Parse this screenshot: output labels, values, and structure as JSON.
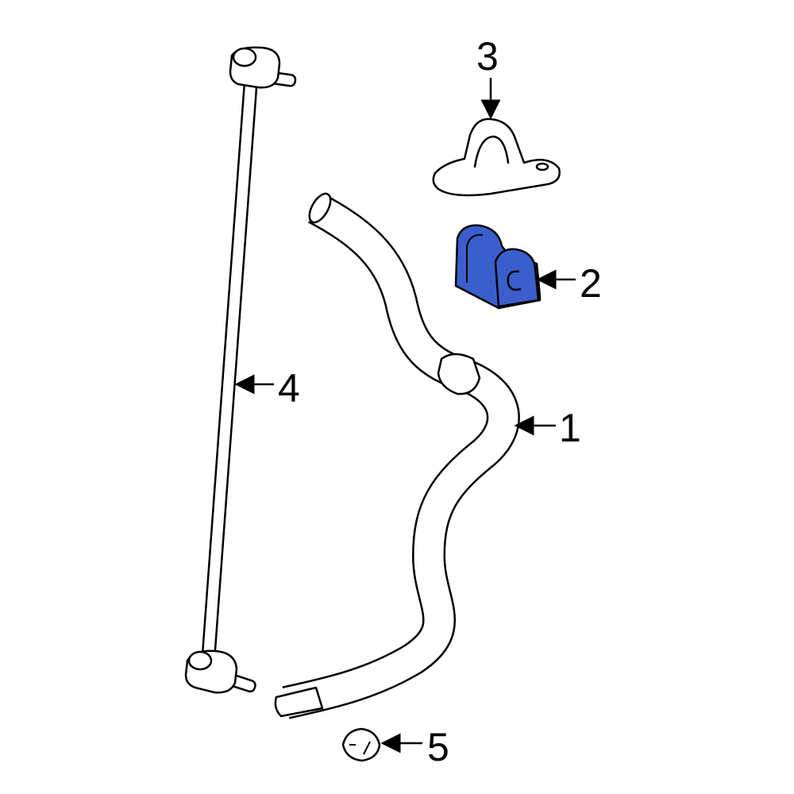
{
  "diagram": {
    "highlight_color": "#3a5fcd",
    "highlighted_part": "2",
    "callouts": [
      {
        "label": "1",
        "part": "stabilizer-bar"
      },
      {
        "label": "2",
        "part": "bushing"
      },
      {
        "label": "3",
        "part": "bracket"
      },
      {
        "label": "4",
        "part": "stabilizer-link"
      },
      {
        "label": "5",
        "part": "nut"
      }
    ]
  }
}
